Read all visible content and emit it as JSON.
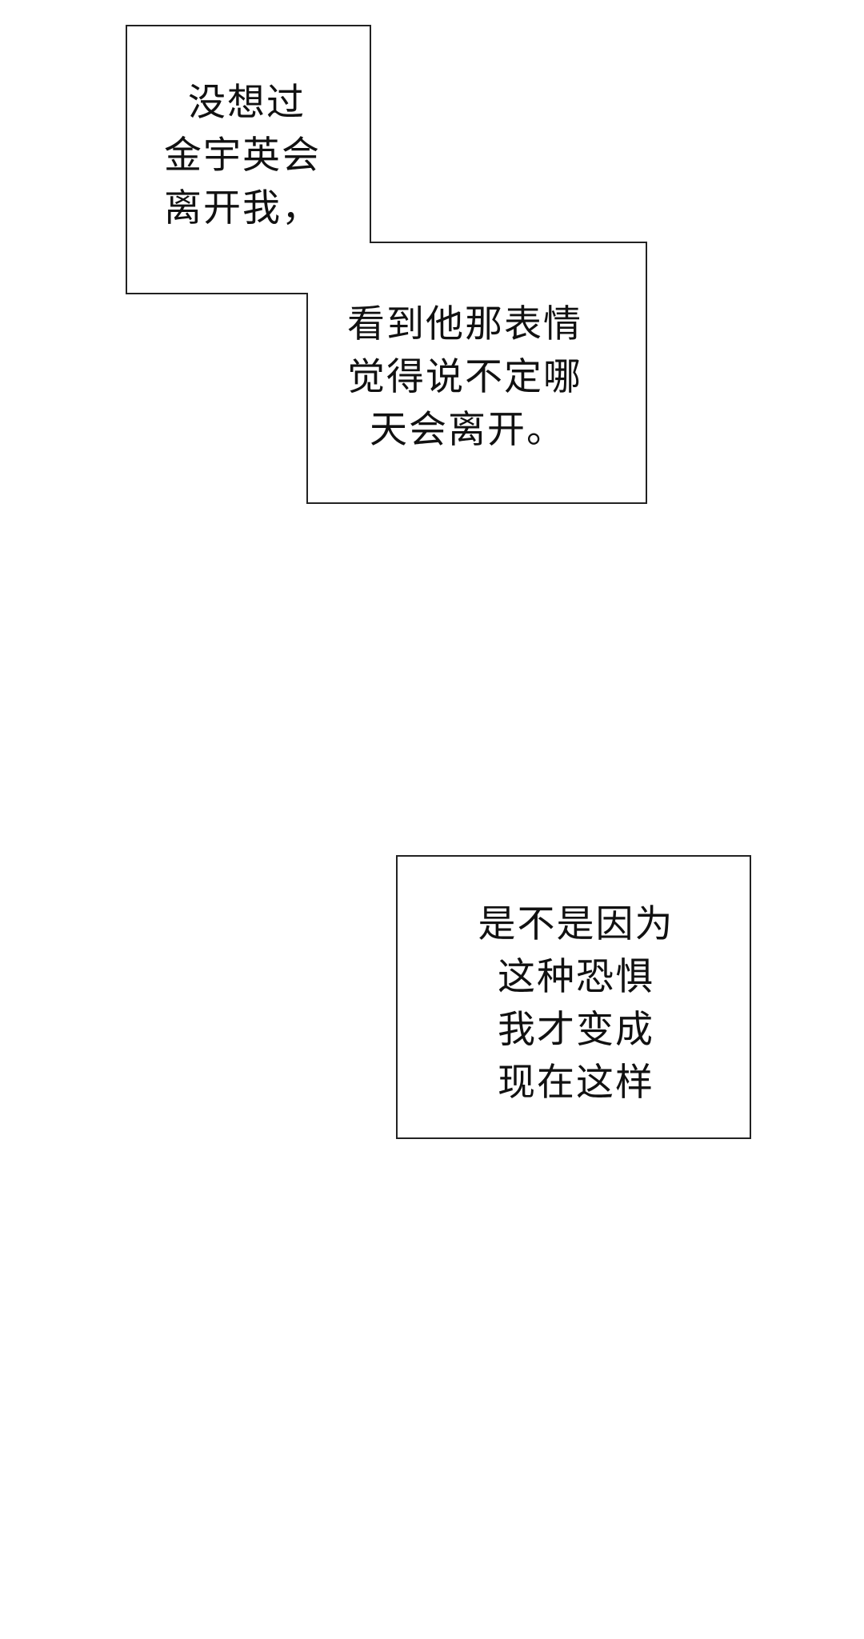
{
  "captions": [
    {
      "lines": [
        "没想过",
        "金宇英会",
        "离开我，"
      ]
    },
    {
      "lines": [
        "看到他那表情",
        "觉得说不定哪",
        "天会离开。"
      ]
    },
    {
      "lines": [
        "是不是因为",
        "这种恐惧",
        "我才变成",
        "现在这样"
      ]
    }
  ],
  "colors": {
    "background": "#ffffff",
    "border": "#222222",
    "text": "#111111"
  }
}
